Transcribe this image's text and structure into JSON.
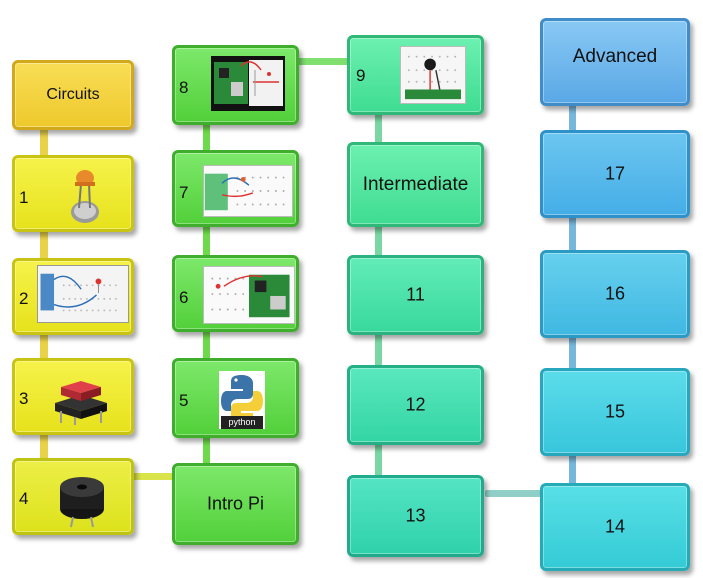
{
  "columns": {
    "circuits": {
      "title": "Circuits",
      "steps": [
        {
          "number": "1",
          "icon": "led-icon"
        },
        {
          "number": "2",
          "icon": "breadboard-circuit-icon"
        },
        {
          "number": "3",
          "icon": "push-button-icon"
        },
        {
          "number": "4",
          "icon": "buzzer-icon"
        }
      ]
    },
    "intro_pi": {
      "title": "Intro Pi",
      "steps": [
        {
          "number": "5",
          "icon": "python-logo-icon",
          "icon_caption": "python"
        },
        {
          "number": "6",
          "icon": "raspberry-pi-breadboard-icon"
        },
        {
          "number": "7",
          "icon": "breadboard-wiring-icon"
        },
        {
          "number": "8",
          "icon": "raspberry-pi-circuit-icon"
        }
      ]
    },
    "intermediate": {
      "title": "Intermediate",
      "steps": [
        {
          "number": "9",
          "icon": "breadboard-buzzer-icon"
        },
        {
          "number": "11"
        },
        {
          "number": "12"
        },
        {
          "number": "13"
        }
      ]
    },
    "advanced": {
      "title": "Advanced",
      "steps": [
        {
          "number": "14"
        },
        {
          "number": "15"
        },
        {
          "number": "16"
        },
        {
          "number": "17"
        }
      ]
    }
  },
  "colors": {
    "circuits_tile": "#f3ef2e",
    "circuits_title": "#f1cf3c",
    "circuits_connector": "#e9d24a",
    "intro_tile": "#6fe35d",
    "intro_connector": "#6ed94a",
    "intermediate_tile": "#52e8a6",
    "intermediate_connector": "#7ad7a4",
    "advanced_tile": "#4fd8e3",
    "advanced_title": "#6fb6ee",
    "advanced_connector": "#78b7dc"
  }
}
